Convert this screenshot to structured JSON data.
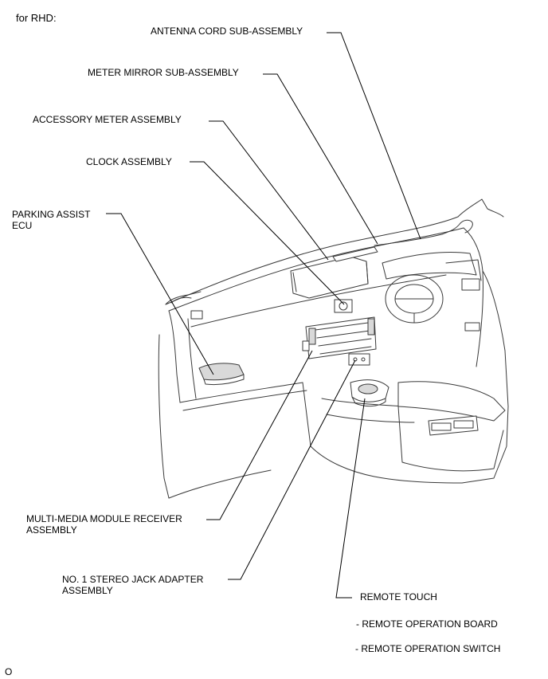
{
  "header": {
    "title": "for RHD:"
  },
  "labels": {
    "antenna_cord": "ANTENNA CORD SUB-ASSEMBLY",
    "meter_mirror": "METER MIRROR SUB-ASSEMBLY",
    "accessory_meter": "ACCESSORY METER ASSEMBLY",
    "clock": "CLOCK ASSEMBLY",
    "parking_assist_line1": "PARKING ASSIST",
    "parking_assist_line2": "ECU",
    "multimedia_line1": "MULTI-MEDIA MODULE RECEIVER",
    "multimedia_line2": "ASSEMBLY",
    "stereo_jack_line1": "NO. 1 STEREO JACK ADAPTER",
    "stereo_jack_line2": "ASSEMBLY",
    "remote_touch": "REMOTE TOUCH",
    "remote_board": "- REMOTE OPERATION BOARD",
    "remote_switch": "- REMOTE OPERATION SWITCH"
  },
  "footer": {
    "code": "O"
  }
}
